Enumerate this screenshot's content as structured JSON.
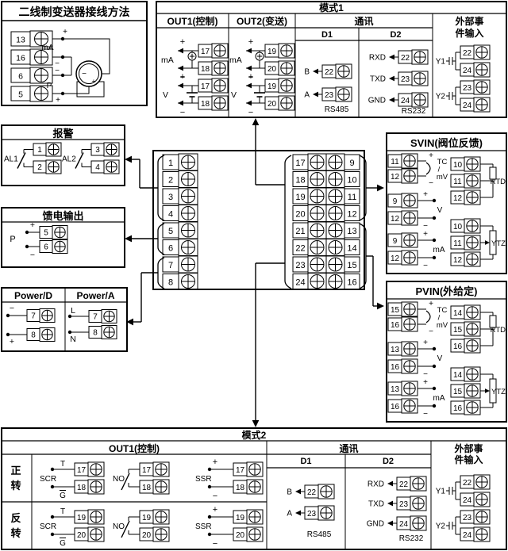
{
  "page": {
    "bg": "#ffffff",
    "line": "#000000"
  },
  "transmitter_box": {
    "title": "二线制变送器接线方法",
    "rows": [
      {
        "term": "13",
        "sign": "+"
      },
      {
        "term": "16",
        "sign": "−"
      },
      {
        "term": "6",
        "sign": "−"
      },
      {
        "term": "5",
        "sign": "+"
      }
    ],
    "label_ma": "mA",
    "label_p": "P",
    "device_minus": "−",
    "device_plus": "+"
  },
  "mode1": {
    "title": "模式1",
    "out1": {
      "header": "OUT1(控制)",
      "ma_label": "mA",
      "v_label": "V",
      "plus": "+",
      "minus": "−",
      "terms": [
        "17",
        "18"
      ]
    },
    "out2": {
      "header": "OUT2(变送)",
      "ma_label": "mA",
      "v_label": "V",
      "plus": "+",
      "minus": "−",
      "terms": [
        "19",
        "20"
      ]
    },
    "comm": {
      "header": "通讯",
      "d1": {
        "header": "D1",
        "rows": [
          {
            "label": "B",
            "term": "22"
          },
          {
            "label": "A",
            "term": "23"
          }
        ],
        "footer": "RS485"
      },
      "d2": {
        "header": "D2",
        "rows": [
          {
            "label": "RXD",
            "term": "22"
          },
          {
            "label": "TXD",
            "term": "23"
          },
          {
            "label": "GND",
            "term": "24"
          }
        ],
        "footer": "RS232"
      }
    },
    "events": {
      "header_line1": "外部事",
      "header_line2": "件输入",
      "groups": [
        {
          "label": "Y1",
          "terms": [
            "22",
            "24"
          ]
        },
        {
          "label": "Y2",
          "terms": [
            "23",
            "24"
          ]
        }
      ]
    }
  },
  "alarm": {
    "title": "报警",
    "groups": [
      {
        "label": "AL1",
        "terms": [
          "1",
          "2"
        ]
      },
      {
        "label": "AL2",
        "terms": [
          "3",
          "4"
        ]
      }
    ]
  },
  "feed": {
    "title": "馈电输出",
    "label": "P",
    "rows": [
      {
        "sign": "+",
        "term": "5"
      },
      {
        "sign": "−",
        "term": "6"
      }
    ]
  },
  "power": {
    "d": {
      "header": "Power/D",
      "rows": [
        {
          "sign": "−",
          "term": "7"
        },
        {
          "sign": "+",
          "term": "8"
        }
      ]
    },
    "a": {
      "header": "Power/A",
      "rows": [
        {
          "sign": "L",
          "term": "7"
        },
        {
          "sign": "N",
          "term": "8"
        }
      ]
    }
  },
  "center": {
    "left_terms": [
      "1",
      "2",
      "3",
      "4",
      "5",
      "6",
      "7",
      "8"
    ],
    "pairs": [
      [
        "17",
        "9"
      ],
      [
        "18",
        "10"
      ],
      [
        "19",
        "11"
      ],
      [
        "20",
        "12"
      ],
      [
        "21",
        "13"
      ],
      [
        "22",
        "14"
      ],
      [
        "23",
        "15"
      ],
      [
        "24",
        "16"
      ]
    ]
  },
  "svin": {
    "title": "SVIN(阀位反馈)",
    "plus": "+",
    "minus": "−",
    "tc": {
      "labels": [
        "TC",
        "/",
        "mV"
      ],
      "terms": [
        "11",
        "12"
      ]
    },
    "v": {
      "label": "V",
      "terms": [
        "9",
        "12"
      ]
    },
    "ma": {
      "label": "mA",
      "terms": [
        "9",
        "12"
      ]
    },
    "rtd": {
      "label": "RTD",
      "terms": [
        "10",
        "11",
        "12"
      ]
    },
    "ytz": {
      "label": "YTZ",
      "terms": [
        "10",
        "11",
        "12"
      ]
    }
  },
  "pvin": {
    "title": "PVIN(外给定)",
    "plus": "+",
    "minus": "−",
    "tc": {
      "labels": [
        "TC",
        "/",
        "mV"
      ],
      "terms": [
        "15",
        "16"
      ]
    },
    "v": {
      "label": "V",
      "terms": [
        "13",
        "16"
      ]
    },
    "ma": {
      "label": "mA",
      "terms": [
        "13",
        "16"
      ]
    },
    "rtd": {
      "label": "RTD",
      "terms": [
        "14",
        "15",
        "16"
      ]
    },
    "ytz": {
      "label": "YTZ",
      "terms": [
        "14",
        "15",
        "16"
      ]
    }
  },
  "mode2": {
    "title": "模式2",
    "out_header": "OUT1(控制)",
    "row_labels": [
      "正转",
      "反转"
    ],
    "rows": [
      {
        "scr": {
          "label": "SCR",
          "t": "T",
          "g": "G",
          "terms": [
            "17",
            "18"
          ]
        },
        "no": {
          "label": "NO",
          "terms": [
            "17",
            "18"
          ]
        },
        "ssr": {
          "label": "SSR",
          "plus": "+",
          "minus": "−",
          "terms": [
            "17",
            "18"
          ]
        }
      },
      {
        "scr": {
          "label": "SCR",
          "t": "T",
          "g": "G",
          "terms": [
            "19",
            "20"
          ]
        },
        "no": {
          "label": "NO",
          "terms": [
            "19",
            "20"
          ]
        },
        "ssr": {
          "label": "SSR",
          "plus": "+",
          "minus": "−",
          "terms": [
            "19",
            "20"
          ]
        }
      }
    ],
    "comm": {
      "header": "通讯",
      "d1": {
        "header": "D1",
        "rows": [
          {
            "label": "B",
            "term": "22"
          },
          {
            "label": "A",
            "term": "23"
          }
        ],
        "footer": "RS485"
      },
      "d2": {
        "header": "D2",
        "rows": [
          {
            "label": "RXD",
            "term": "22"
          },
          {
            "label": "TXD",
            "term": "23"
          },
          {
            "label": "GND",
            "term": "24"
          }
        ],
        "footer": "RS232"
      }
    },
    "events": {
      "header_line1": "外部事",
      "header_line2": "件输入",
      "groups": [
        {
          "label": "Y1",
          "terms": [
            "22",
            "24"
          ]
        },
        {
          "label": "Y2",
          "terms": [
            "23",
            "24"
          ]
        }
      ]
    }
  }
}
